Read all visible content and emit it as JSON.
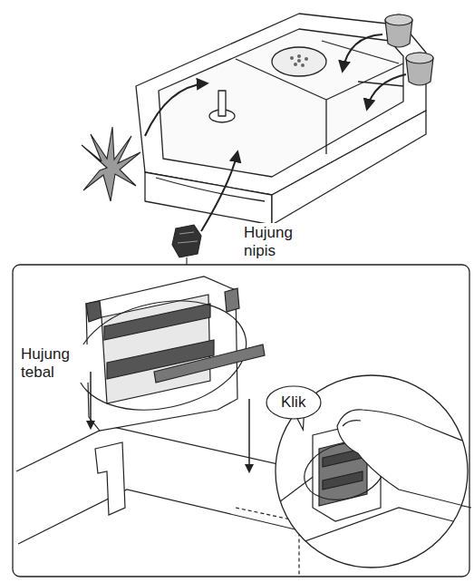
{
  "diagram": {
    "nodes": [
      {
        "text": [
          "Klik"
        ]
      }
    ],
    "labels": [
      "Hujung tebal",
      "Hujung nipis"
    ]
  }
}
